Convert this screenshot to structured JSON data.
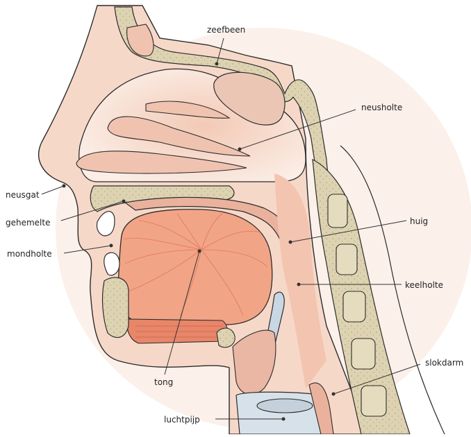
{
  "labels": {
    "zeefbeen": "zeefbeen",
    "neusholte": "neusholte",
    "neusgat": "neusgat",
    "gehemelte": "gehemelte",
    "huig": "huig",
    "mondholte": "mondholte",
    "keelholte": "keelholte",
    "slokdarm": "slokdarm",
    "tong": "tong",
    "luchtpijp": "luchtpijp"
  },
  "colors": {
    "skin": "#f6d8c9",
    "skin_shade": "#eebfaa",
    "bone": "#ddd3b2",
    "bone_dots": "#b9a97c",
    "tongue": "#f2a487",
    "tongue_lines": "#e0785a",
    "muscle": "#e8866a",
    "cartilage": "#c9d6e3",
    "outline": "#2b2b2b",
    "leader": "#333333"
  }
}
